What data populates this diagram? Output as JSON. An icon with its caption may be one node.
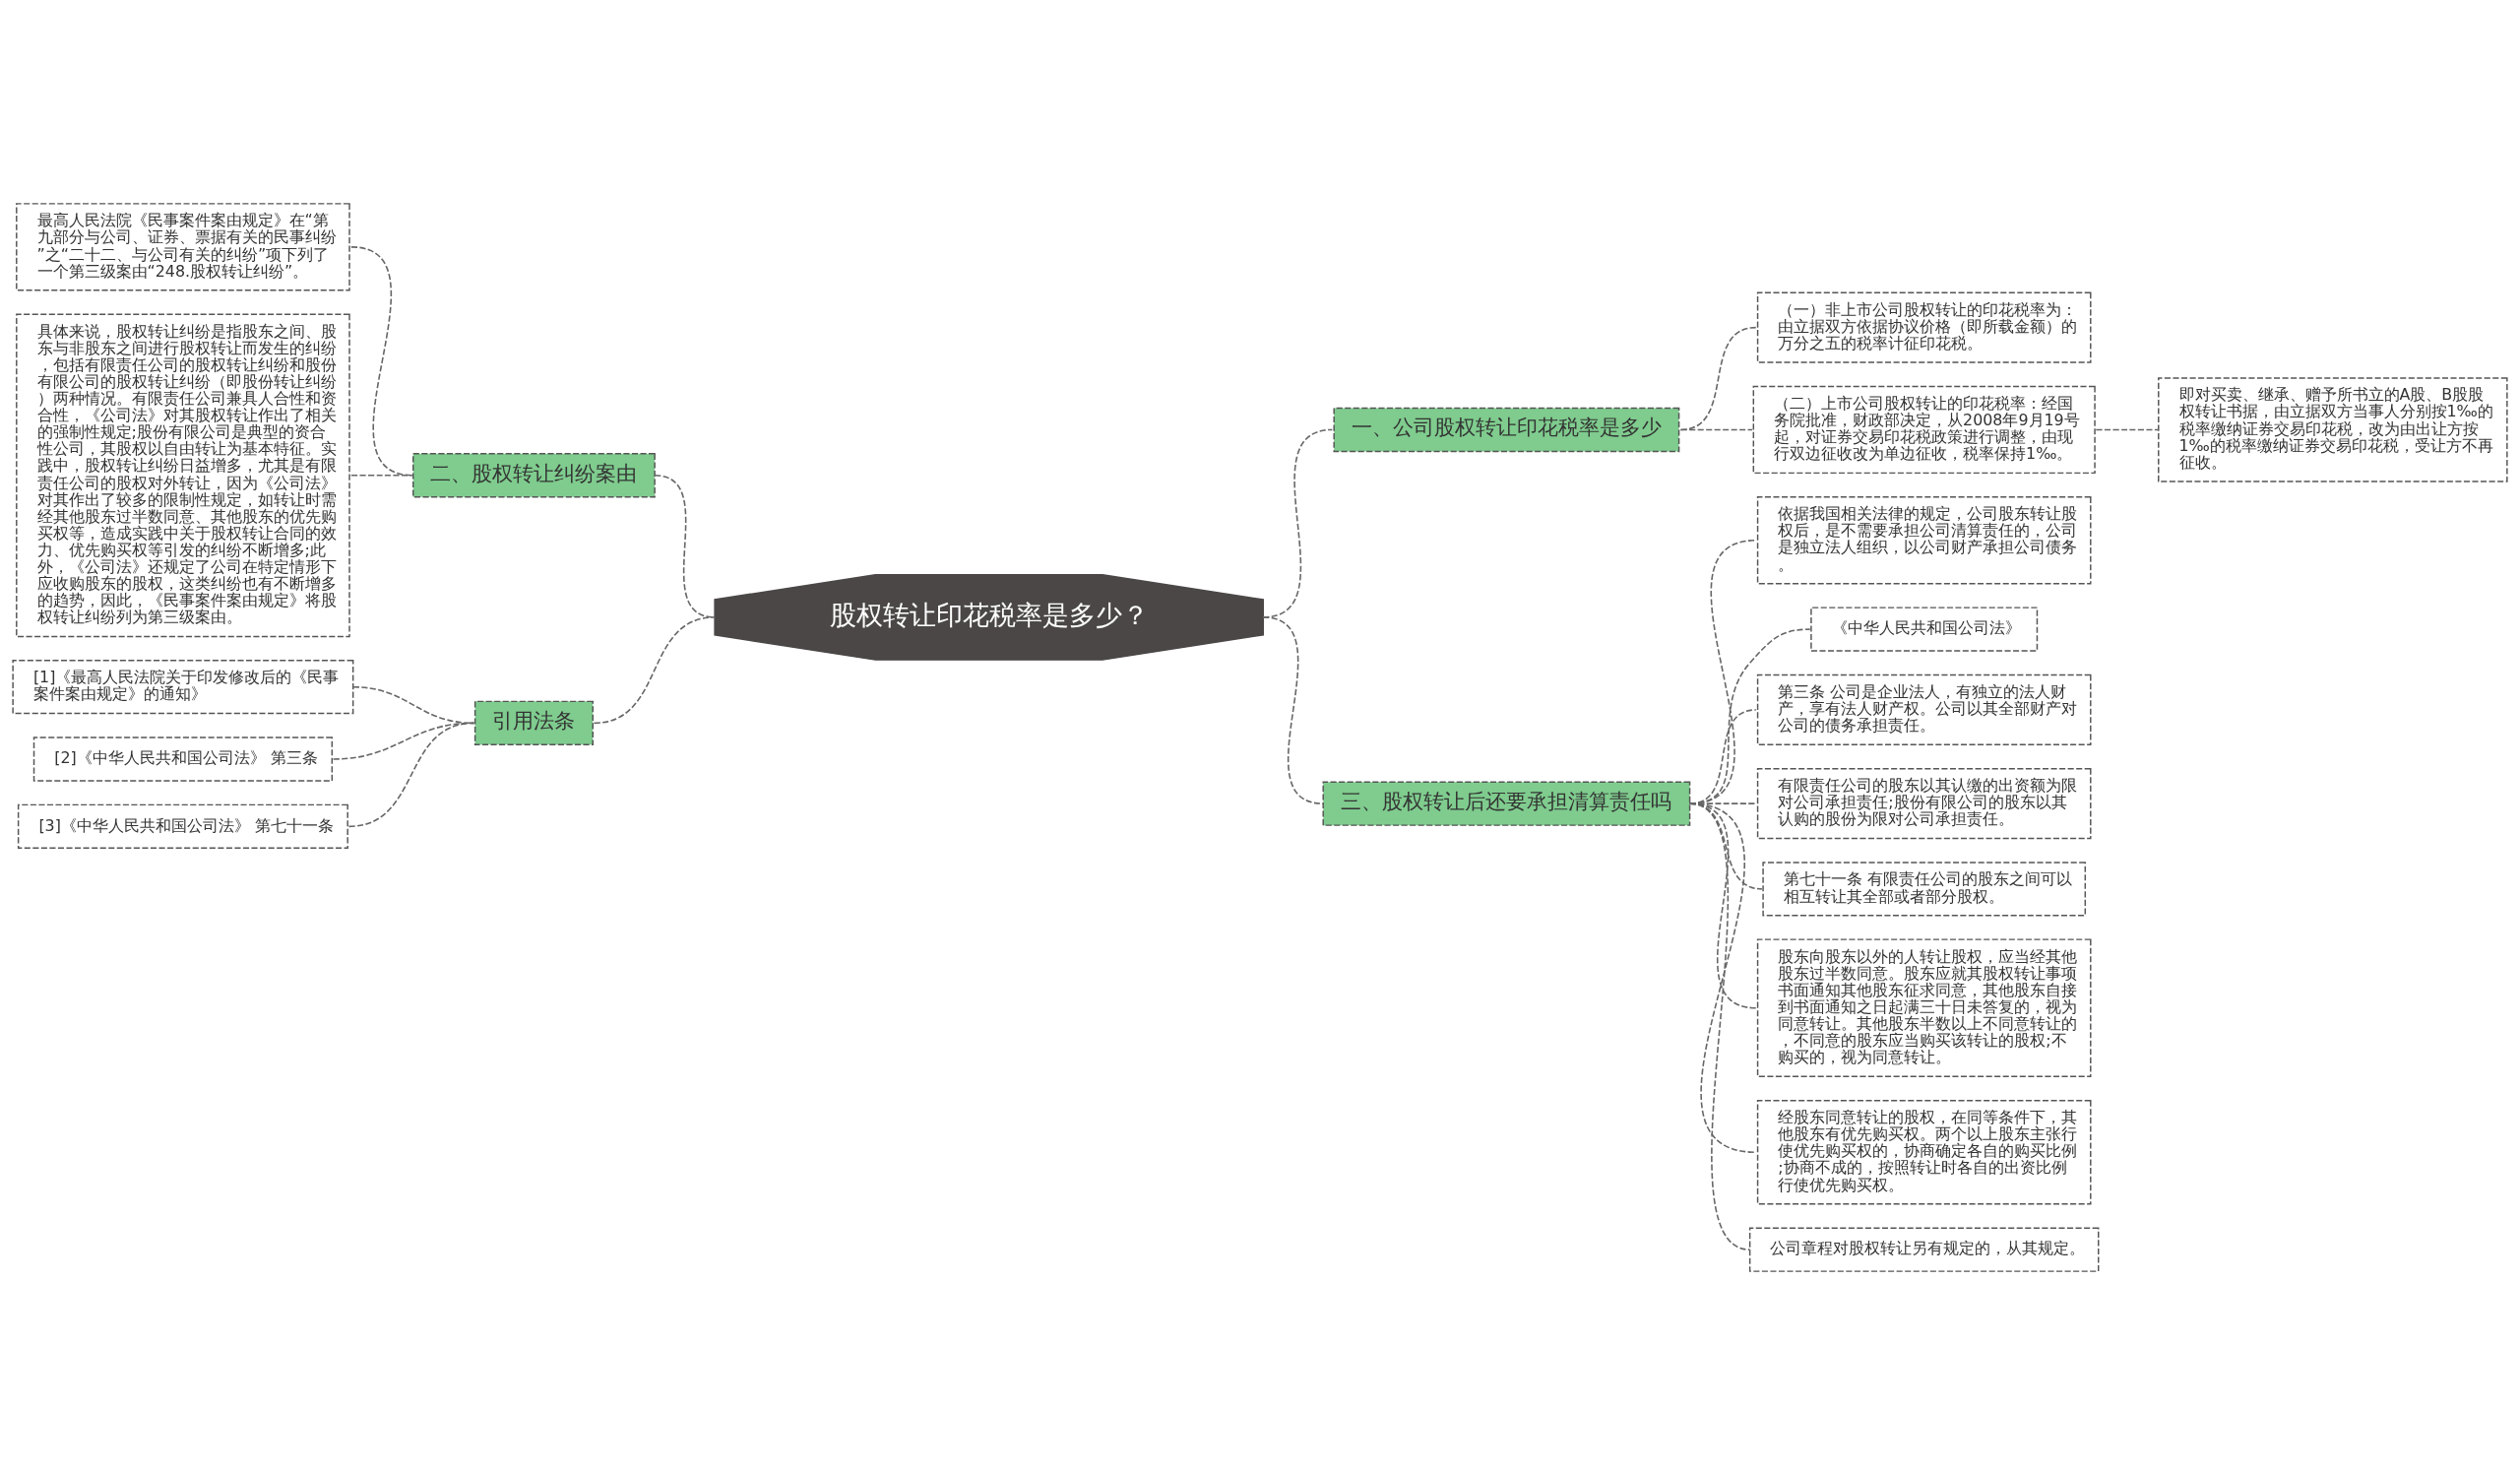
{
  "diagram": {
    "nodes": [
      {
        "text": [
          "股权转让印花税率是多少？"
        ]
      },
      {
        "text": [
          "二、股权转让纠纷案由"
        ]
      },
      {
        "text": [
          "最高人民法院《民事案件案由规定》在“第九部分与公司、证券、票据有关的民事纠纷”之“二十二、与公司有关的纠纷”项下列了一个第三级案由“248.股权转让纠纷”。"
        ]
      },
      {
        "text": [
          "具体来说，股权转让纠纷是指股东之间、股东与非股东之间进行股权转让而发生的纠纷，包括有限责任公司的股权转让纠纷和股份有限公司的股权转让纠纷（即股份转让纠纷）两种情况。有限责任公司兼具人合性和资合性，《公司法》对其股权转让作出了相关的强制性规定;股份有限公司是典型的资合性公司，其股权以自由转让为基本特征。实践中，股权转让纠纷日益增多，尤其是有限责任公司的股权对外转让，因为《公司法》对其作出了较多的限制性规定，如转让时需经其他股东过半数同意、其他股东的优先购买权等，造成实践中关于股权转让合同的效力、优先购买权等引发的纠纷不断增多;此外，《公司法》还规定了公司在特定情形下应收购股东的股权，这类纠纷也有不断增多的趋势，因此，《民事案件案由规定》将股权转让纠纷列为第三级案由。"
        ]
      },
      {
        "text": [
          "引用法条"
        ]
      },
      {
        "text": [
          "[1]《最高人民法院关于印发修改后的《民事案件案由规定》的通知》"
        ]
      },
      {
        "text": [
          "[2]《中华人民共和国公司法》 第三条"
        ]
      },
      {
        "text": [
          "[3]《中华人民共和国公司法》 第七十一条"
        ]
      },
      {
        "text": [
          "一、公司股权转让印花税率是多少"
        ]
      },
      {
        "text": [
          "（一）非上市公司股权转让的印花税率为：由立据双方依据协议价格（即所载金额）的万分之五的税率计征印花税。"
        ]
      },
      {
        "text": [
          "（二）上市公司股权转让的印花税率：经国务院批准，财政部决定，从2008年9月19号起，对证券交易印花税政策进行调整，由现行双边征收改为单边征收，税率保持1‰。"
        ]
      },
      {
        "text": [
          "即对买卖、继承、赠予所书立的A股、B股股权转让书据，由立据双方当事人分别按1‰的税率缴纳证券交易印花税，改为由出让方按1‰的税率缴纳证券交易印花税，受让方不再征收。"
        ]
      },
      {
        "text": [
          "三、股权转让后还要承担清算责任吗"
        ]
      },
      {
        "text": [
          "依据我国相关法律的规定，公司股东转让股权后，是不需要承担公司清算责任的，公司是独立法人组织，以公司财产承担公司债务。"
        ]
      },
      {
        "text": [
          "《中华人民共和国公司法》"
        ]
      },
      {
        "text": [
          "第三条 公司是企业法人，有独立的法人财产，享有法人财产权。公司以其全部财产对公司的债务承担责任。"
        ]
      },
      {
        "text": [
          "有限责任公司的股东以其认缴的出资额为限对公司承担责任;股份有限公司的股东以其认购的股份为限对公司承担责任。"
        ]
      },
      {
        "text": [
          "第七十一条 有限责任公司的股东之间可以相互转让其全部或者部分股权。"
        ]
      },
      {
        "text": [
          "股东向股东以外的人转让股权，应当经其他股东过半数同意。股东应就其股权转让事项书面通知其他股东征求同意，其他股东自接到书面通知之日起满三十日未答复的，视为同意转让。其他股东半数以上不同意转让的，不同意的股东应当购买该转让的股权;不购买的，视为同意转让。"
        ]
      },
      {
        "text": [
          "经股东同意转让的股权，在同等条件下，其他股东有优先购买权。两个以上股东主张行使优先购买权的，协商确定各自的购买比例;协商不成的，按照转让时各自的出资比例行使优先购买权。"
        ]
      },
      {
        "text": [
          "公司章程对股权转让另有规定的，从其规定。"
        ]
      }
    ],
    "edges": [
      {
        "from": 0,
        "to": 1,
        "arrow": "none",
        "style": "dashed"
      },
      {
        "from": 1,
        "to": 2,
        "arrow": "none",
        "style": "dashed"
      },
      {
        "from": 1,
        "to": 3,
        "arrow": "none",
        "style": "dashed"
      },
      {
        "from": 0,
        "to": 4,
        "arrow": "none",
        "style": "dashed"
      },
      {
        "from": 4,
        "to": 5,
        "arrow": "none",
        "style": "dashed"
      },
      {
        "from": 4,
        "to": 6,
        "arrow": "none",
        "style": "dashed"
      },
      {
        "from": 4,
        "to": 7,
        "arrow": "none",
        "style": "dashed"
      },
      {
        "from": 0,
        "to": 8,
        "arrow": "none",
        "style": "dashed"
      },
      {
        "from": 8,
        "to": 9,
        "arrow": "none",
        "style": "dashed"
      },
      {
        "from": 8,
        "to": 10,
        "arrow": "none",
        "style": "dashed"
      },
      {
        "from": 10,
        "to": 11,
        "arrow": "none",
        "style": "dashed"
      },
      {
        "from": 0,
        "to": 12,
        "arrow": "none",
        "style": "dashed"
      },
      {
        "from": 12,
        "to": 13,
        "arrow": "none",
        "style": "dashed"
      },
      {
        "from": 12,
        "to": 14,
        "arrow": "none",
        "style": "dashed"
      },
      {
        "from": 12,
        "to": 15,
        "arrow": "none",
        "style": "dashed"
      },
      {
        "from": 12,
        "to": 16,
        "arrow": "none",
        "style": "dashed"
      },
      {
        "from": 12,
        "to": 17,
        "arrow": "none",
        "style": "dashed"
      },
      {
        "from": 12,
        "to": 18,
        "arrow": "none",
        "style": "dashed"
      },
      {
        "from": 12,
        "to": 19,
        "arrow": "none",
        "style": "dashed"
      },
      {
        "from": 12,
        "to": 20,
        "arrow": "none",
        "style": "dashed"
      }
    ]
  }
}
